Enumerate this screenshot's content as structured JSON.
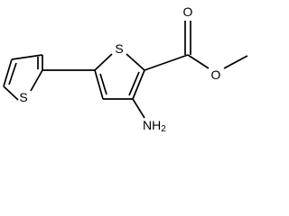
{
  "molecule": {
    "atoms": {
      "s_left": "S",
      "s_right": "S",
      "o_carbonyl": "O",
      "o_ester": "O",
      "amine": "NH2"
    },
    "amine_parts": {
      "main": "NH",
      "sub": "2"
    },
    "colors": {
      "bond": "#000000",
      "label": "#000000",
      "background": "#ffffff"
    }
  }
}
